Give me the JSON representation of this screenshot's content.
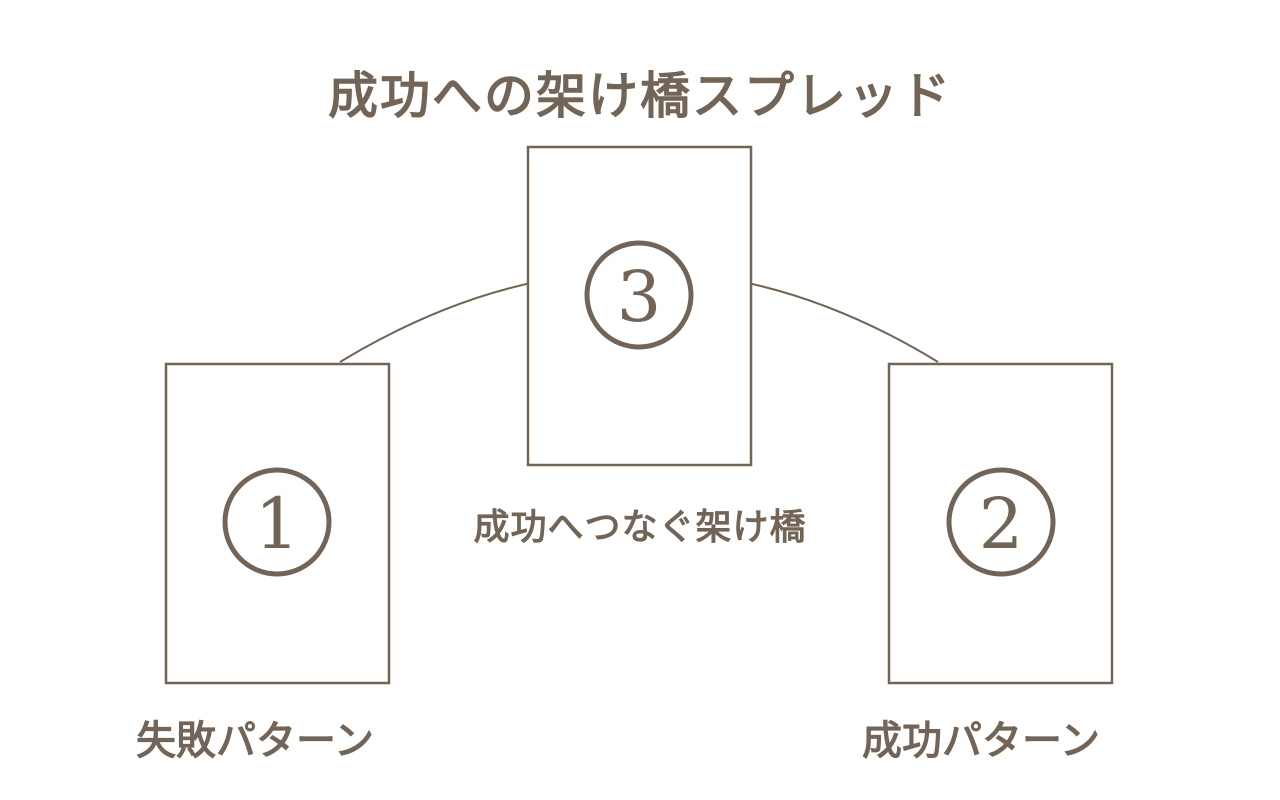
{
  "title": "成功への架け橋スプレッド",
  "cards": [
    {
      "number": "1",
      "label": "失敗パターン"
    },
    {
      "number": "2",
      "label": "成功パターン"
    },
    {
      "number": "3",
      "label": "成功へつなぐ架け橋"
    }
  ],
  "colors": {
    "line": "#726456",
    "background": "#ffffff"
  }
}
